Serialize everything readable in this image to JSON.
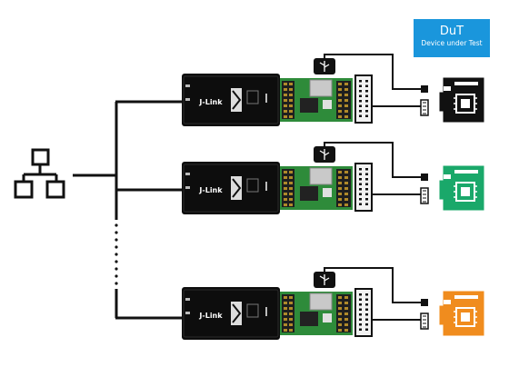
{
  "colors": {
    "line": "#111111",
    "probe_body": "#0d0d0d",
    "dut_badge": "#1a96dc",
    "board_pcb": "#2e8b3a",
    "connector_white": "#f2f2f2",
    "dut_1": "#111111",
    "dut_2": "#1aa86a",
    "dut_3": "#f08c1e"
  },
  "legend": {
    "title": "DuT",
    "subtitle": "Device under Test"
  },
  "network_icon": "network-topology-icon",
  "usb_icon": "usb-icon",
  "chip_icon": "microchip-icon",
  "rows": [
    {
      "probe_label": "J-Link",
      "dut_color_key": "dut_1"
    },
    {
      "probe_label": "J-Link",
      "dut_color_key": "dut_2"
    },
    {
      "probe_label": "J-Link",
      "dut_color_key": "dut_3"
    }
  ]
}
